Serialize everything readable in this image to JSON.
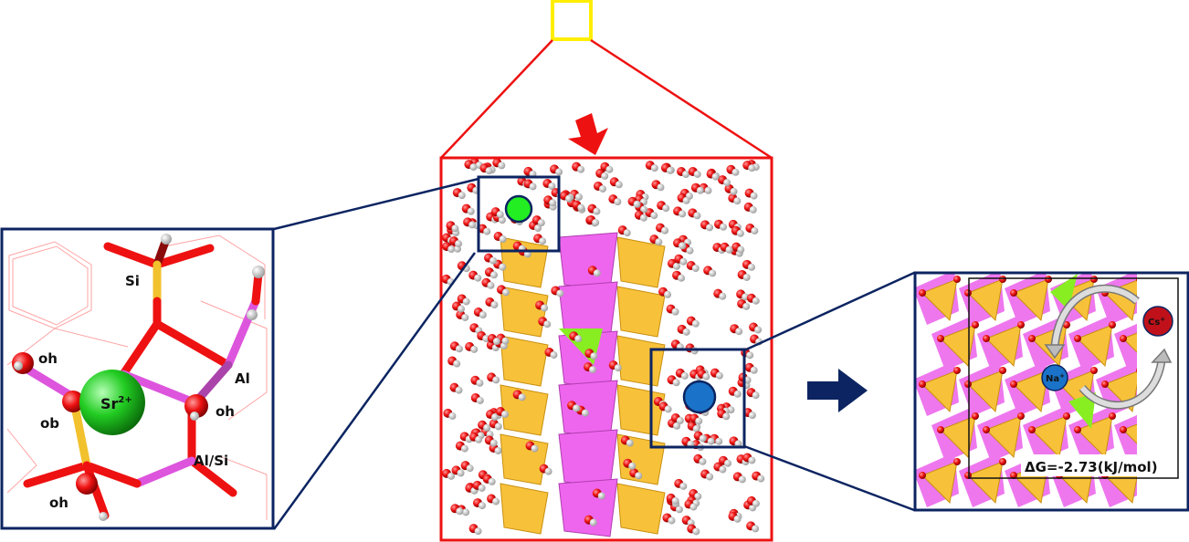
{
  "left_panel": {
    "labels": {
      "si": "Si",
      "al": "Al",
      "oh_top_left": "oh",
      "ob": "ob",
      "sr": "Sr",
      "sr_charge": "2+",
      "oh_right": "oh",
      "al_si": "Al/Si",
      "oh_bottom": "oh"
    }
  },
  "right_panel": {
    "cs_label": "Cs",
    "cs_charge": "+",
    "na_label": "Na",
    "na_charge": "+",
    "delta_g": "ΔG=-2.73(kJ/mol)"
  },
  "colors": {
    "navy": "#0c2461",
    "red": "#ee1111",
    "yellow": "#ffee00",
    "sr_green": "#22cc22",
    "na_blue": "#1a73c8",
    "cs_red": "#c0111a",
    "tetra_yellow": "#f7c23a",
    "tetra_magenta": "#ee66ee"
  }
}
